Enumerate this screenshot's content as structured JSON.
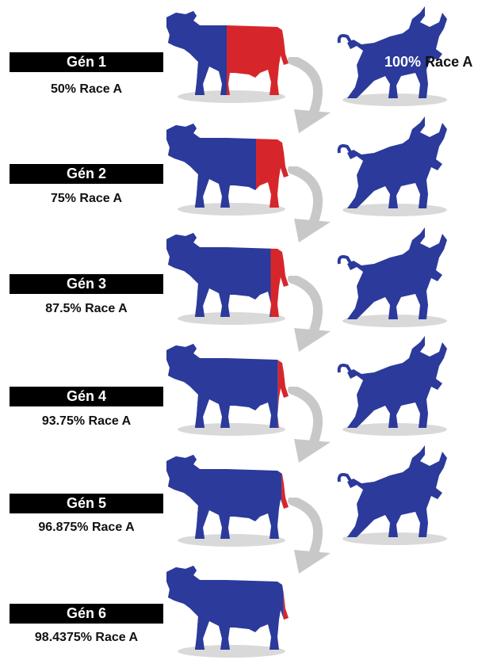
{
  "colors": {
    "race_a": "#2b3a9b",
    "race_b": "#d7262b",
    "shadow": "#d9d9d9",
    "arrow": "#c8c8c8"
  },
  "bull": {
    "percent": "100%",
    "label": "Race A"
  },
  "generations": [
    {
      "label": "Gén 1",
      "percent_text": "50% Race A",
      "race_a_fraction": 0.5
    },
    {
      "label": "Gén 2",
      "percent_text": "75% Race A",
      "race_a_fraction": 0.75
    },
    {
      "label": "Gén 3",
      "percent_text": "87.5% Race A",
      "race_a_fraction": 0.875
    },
    {
      "label": "Gén 4",
      "percent_text": "93.75% Race A",
      "race_a_fraction": 0.9375
    },
    {
      "label": "Gén 5",
      "percent_text": "96.875% Race A",
      "race_a_fraction": 0.96875
    },
    {
      "label": "Gén 6",
      "percent_text": "98.4375% Race A",
      "race_a_fraction": 0.984375
    }
  ]
}
